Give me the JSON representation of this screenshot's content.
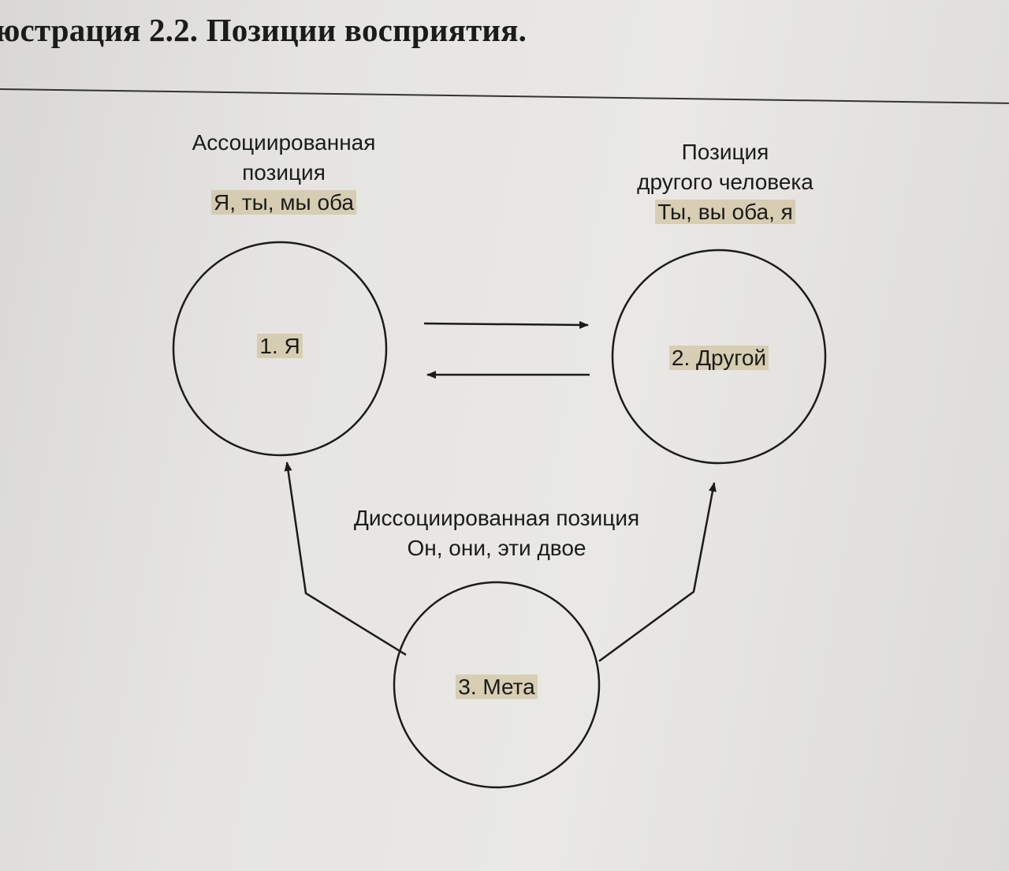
{
  "title": "юстрация 2.2. Позиции восприятия.",
  "diagram": {
    "nodes": [
      {
        "id": "self",
        "label": "1. Я",
        "heading": [
          "Ассоциированная",
          "позиция"
        ],
        "pronouns": "Я, ты, мы оба"
      },
      {
        "id": "other",
        "label": "2. Другой",
        "heading": [
          "Позиция",
          "другого человека"
        ],
        "pronouns": "Ты, вы оба, я"
      },
      {
        "id": "meta",
        "label": "3. Мета",
        "heading": [
          "Диссоциированная позиция"
        ],
        "pronouns": "Он, они, эти двое"
      }
    ],
    "edges": [
      {
        "from": "self",
        "to": "other"
      },
      {
        "from": "other",
        "to": "self"
      },
      {
        "from": "meta",
        "to": "self"
      },
      {
        "from": "meta",
        "to": "other"
      }
    ]
  }
}
